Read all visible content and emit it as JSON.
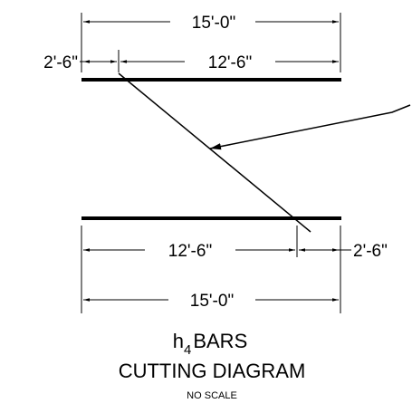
{
  "diagram": {
    "top_dims": {
      "overall": "15'-0\"",
      "left": "2'-6\"",
      "right": "12'-6\""
    },
    "bottom_dims": {
      "left": "12'-6\"",
      "right": "2'-6\"",
      "overall": "15'-0\""
    },
    "caption": {
      "bar_letter": "h",
      "bar_subscript": "4",
      "bar_suffix": "BARS",
      "line2": "CUTTING DIAGRAM",
      "line3": "NO SCALE"
    }
  },
  "colors": {
    "line": "#000000",
    "background": "#ffffff"
  }
}
